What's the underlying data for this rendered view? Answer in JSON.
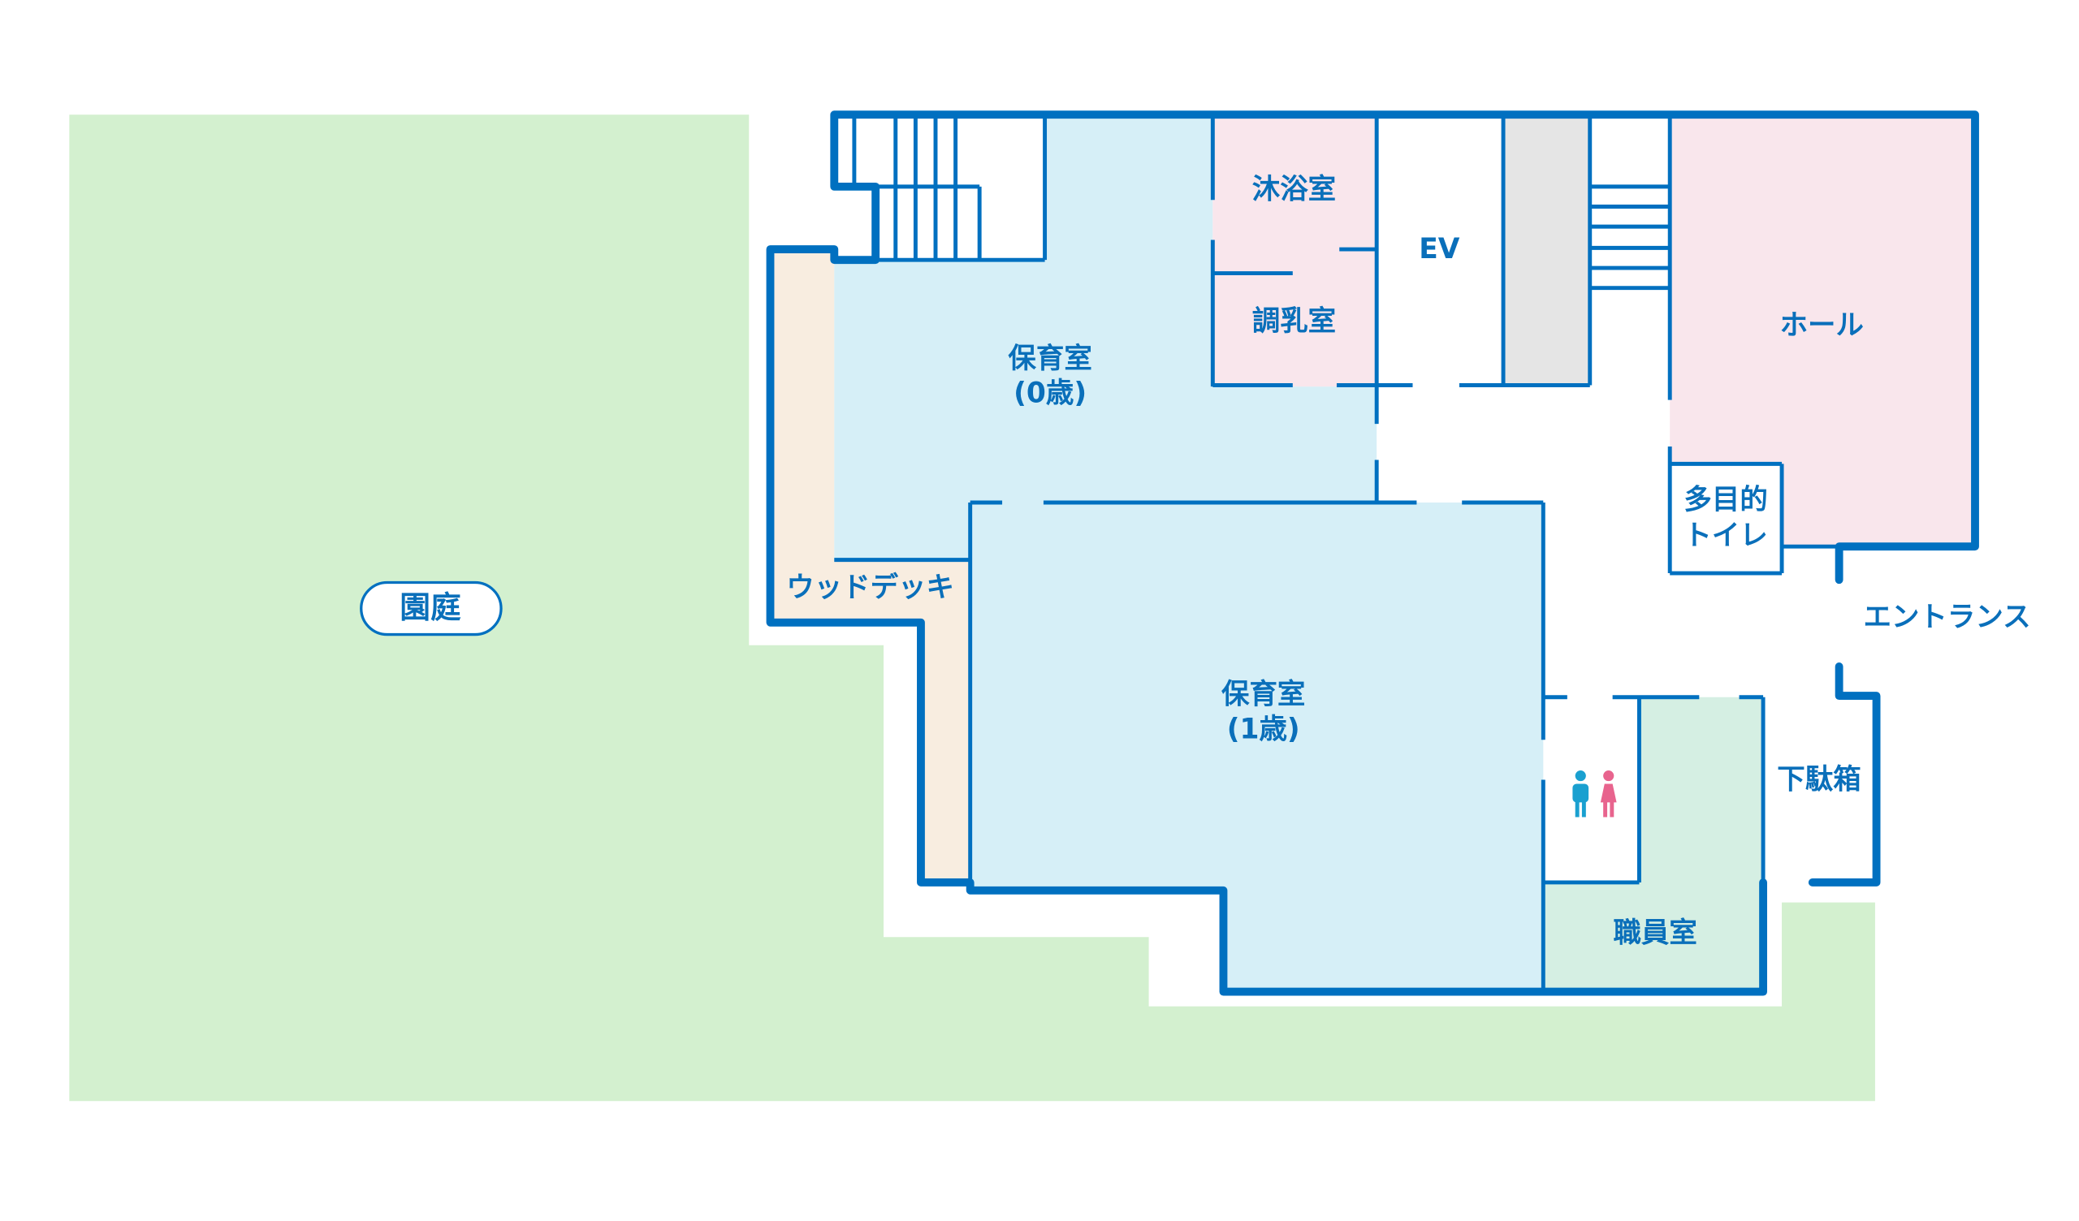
{
  "colors": {
    "wall": "#0070c0",
    "label": "#0a6fba",
    "garden": "#d3f0cf",
    "wood_deck": "#f8ede0",
    "nursery": "#d6eff7",
    "pink_rooms": "#f9e6ec",
    "staff_room": "#d5efe3",
    "stair_void": "#e5e5e5",
    "male_icon": "#1aa0d0",
    "female_icon": "#e8648e"
  },
  "labels": {
    "garden": "園庭",
    "bathing_room": "沐浴室",
    "milk_room": "調乳室",
    "elevator": "EV",
    "hall": "ホール",
    "nursery0_line1": "保育室",
    "nursery0_line2": "(0歳)",
    "multi_toilet_line1": "多目的",
    "multi_toilet_line2": "トイレ",
    "entrance": "エントランス",
    "wood_deck": "ウッドデッキ",
    "nursery1_line1": "保育室",
    "nursery1_line2": "(1歳)",
    "shoe_box": "下駄箱",
    "staff_room": "職員室"
  },
  "icons": [
    "male-person-icon",
    "female-person-icon"
  ]
}
